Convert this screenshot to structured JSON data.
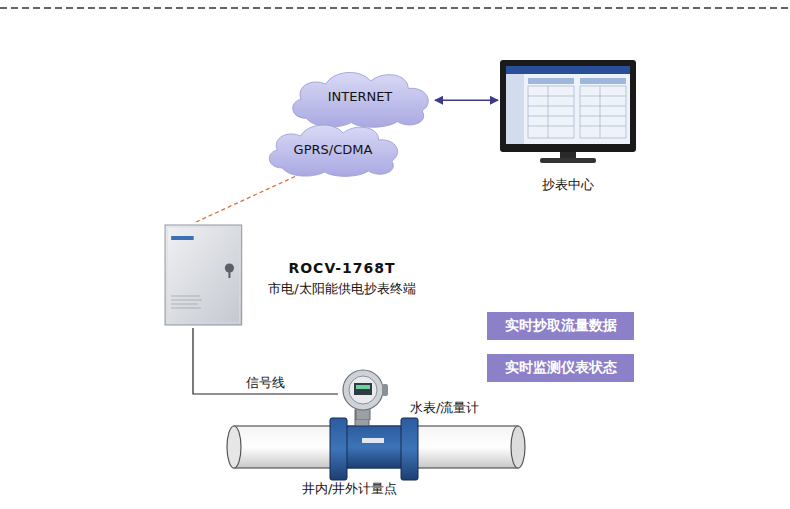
{
  "diagram": {
    "nodes": [
      {
        "text": [
          "INTERNET"
        ]
      },
      {
        "text": [
          "GPRS/CDMA"
        ]
      },
      {
        "text": [
          "抄表中心"
        ]
      },
      {
        "text": [
          "ROCV-1768T",
          "市电/太阳能供电抄表终端"
        ]
      },
      {
        "text": [
          "实时抄取流量数据"
        ]
      },
      {
        "text": [
          "实时监测仪表状态"
        ]
      },
      {
        "text": [
          "水表/流量计"
        ]
      }
    ],
    "edges": [
      {
        "from": 0,
        "to": 2,
        "arrow": "both"
      },
      {
        "from": 3,
        "to": 1,
        "arrow": "none"
      },
      {
        "from": 3,
        "to": 6,
        "label": "信号线",
        "arrow": "none"
      }
    ],
    "labels": [
      "井内/井外计量点"
    ]
  }
}
